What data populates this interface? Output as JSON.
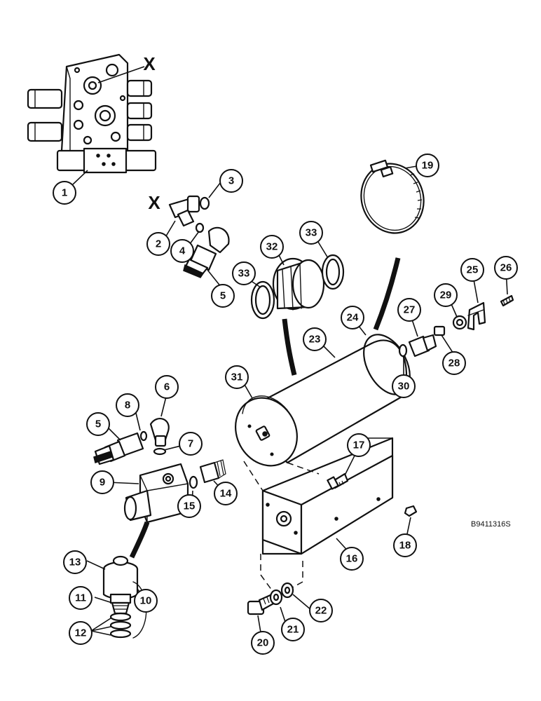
{
  "marker_label": "X",
  "reference_code": "B9411316S",
  "callouts": [
    {
      "id": "c1",
      "label": "1"
    },
    {
      "id": "c2",
      "label": "2"
    },
    {
      "id": "c3",
      "label": "3"
    },
    {
      "id": "c4",
      "label": "4"
    },
    {
      "id": "c5a",
      "label": "5"
    },
    {
      "id": "c5b",
      "label": "5"
    },
    {
      "id": "c6",
      "label": "6"
    },
    {
      "id": "c7",
      "label": "7"
    },
    {
      "id": "c8",
      "label": "8"
    },
    {
      "id": "c9",
      "label": "9"
    },
    {
      "id": "c10",
      "label": "10"
    },
    {
      "id": "c11",
      "label": "11"
    },
    {
      "id": "c12",
      "label": "12"
    },
    {
      "id": "c13",
      "label": "13"
    },
    {
      "id": "c14",
      "label": "14"
    },
    {
      "id": "c15",
      "label": "15"
    },
    {
      "id": "c16",
      "label": "16"
    },
    {
      "id": "c17",
      "label": "17"
    },
    {
      "id": "c18",
      "label": "18"
    },
    {
      "id": "c19",
      "label": "19"
    },
    {
      "id": "c20",
      "label": "20"
    },
    {
      "id": "c21",
      "label": "21"
    },
    {
      "id": "c22",
      "label": "22"
    },
    {
      "id": "c23",
      "label": "23"
    },
    {
      "id": "c24",
      "label": "24"
    },
    {
      "id": "c25",
      "label": "25"
    },
    {
      "id": "c26",
      "label": "26"
    },
    {
      "id": "c27",
      "label": "27"
    },
    {
      "id": "c28",
      "label": "28"
    },
    {
      "id": "c29",
      "label": "29"
    },
    {
      "id": "c30",
      "label": "30"
    },
    {
      "id": "c31",
      "label": "31"
    },
    {
      "id": "c32",
      "label": "32"
    },
    {
      "id": "c33a",
      "label": "33"
    },
    {
      "id": "c33b",
      "label": "33"
    }
  ]
}
